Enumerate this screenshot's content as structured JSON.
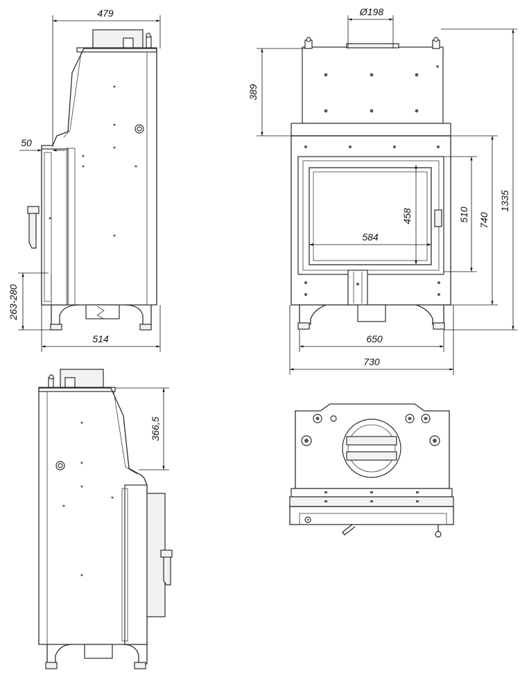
{
  "dimensions": {
    "side_left_top_width": "479",
    "side_left_door_offset": "50",
    "side_left_leg_height": "263-280",
    "side_left_bottom_width": "514",
    "flue_diameter": "Ø198",
    "front_hood_height": "389",
    "front_glass_height": "458",
    "front_glass_width": "584",
    "front_opening_height": "510",
    "front_frame_height": "740",
    "total_height": "1335",
    "front_body_width": "650",
    "front_frame_width": "730",
    "side_right_hood_height": "366,5"
  }
}
